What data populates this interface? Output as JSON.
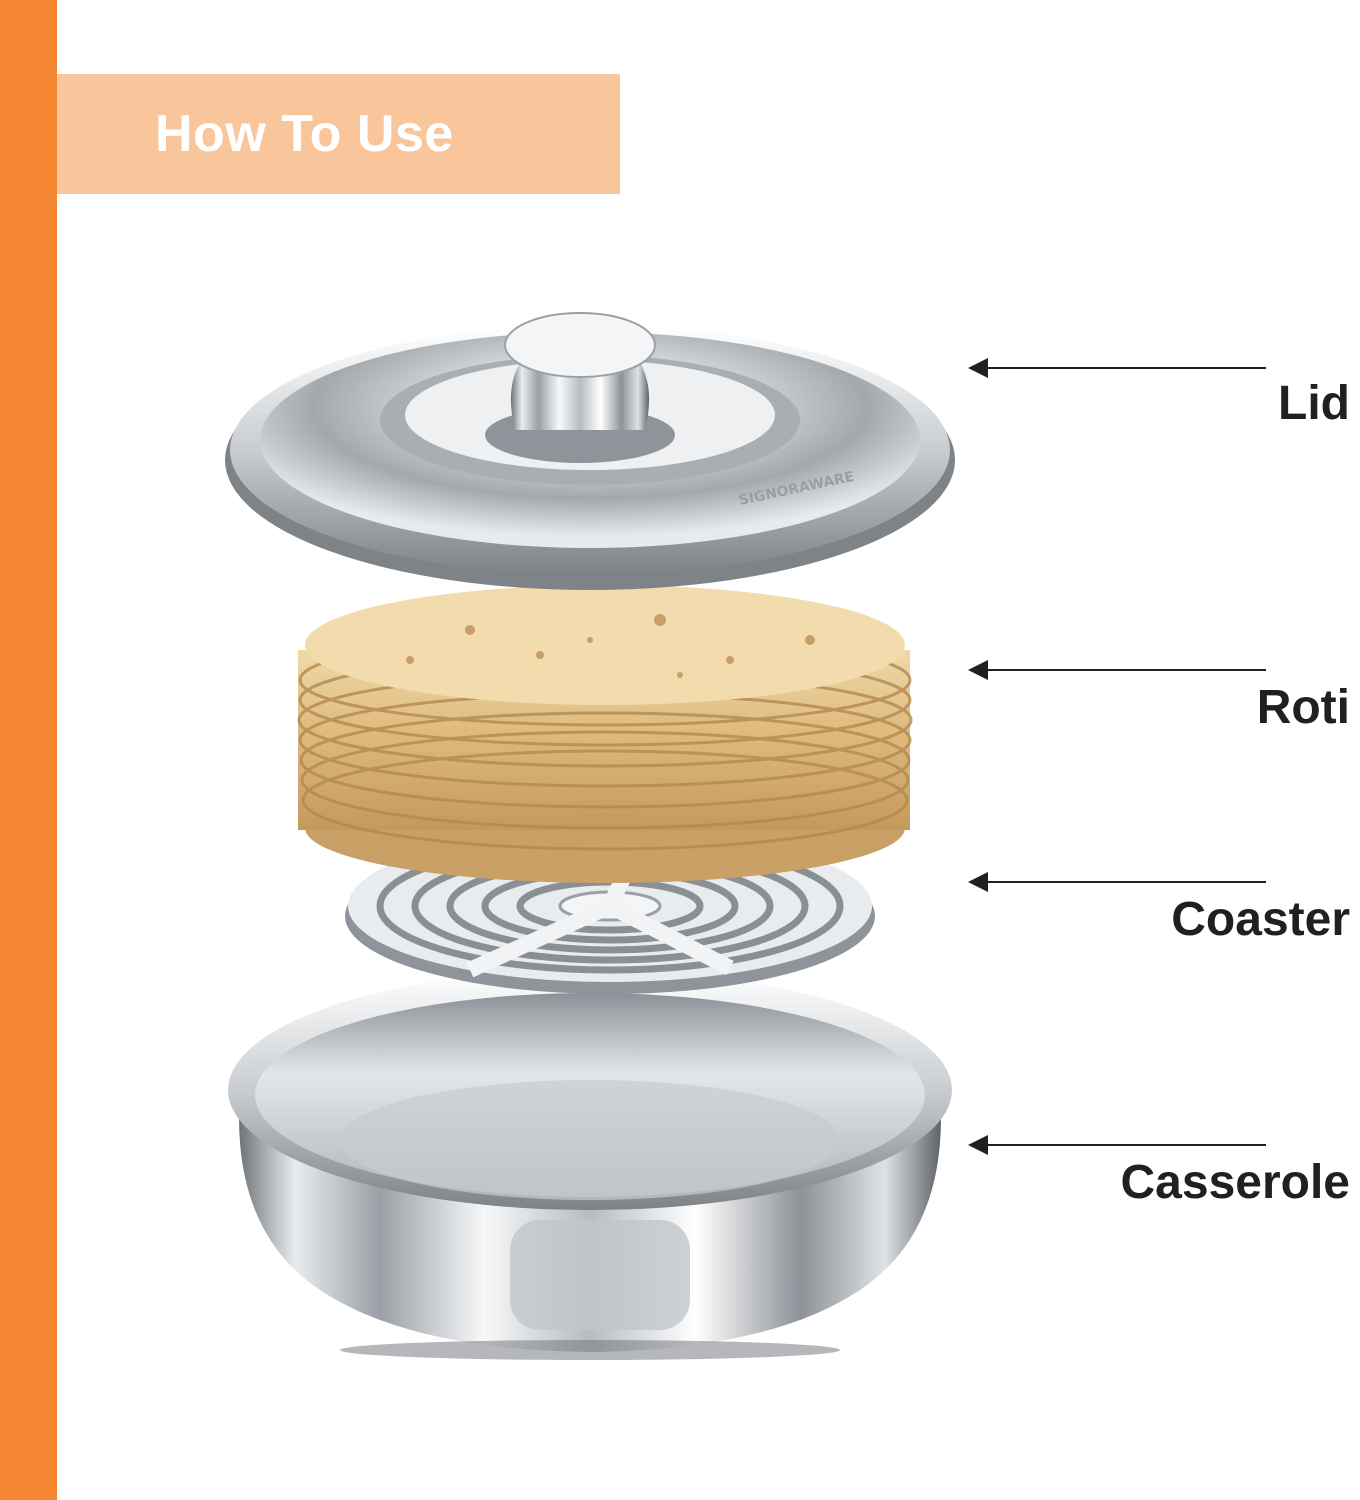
{
  "header": {
    "title": "How To Use"
  },
  "brand_mark": "SIGNORAWARE",
  "parts": [
    {
      "label": "Lid"
    },
    {
      "label": "Roti"
    },
    {
      "label": "Coaster"
    },
    {
      "label": "Casserole"
    }
  ],
  "colors": {
    "accent_bar": "#f58632",
    "header_box": "#f9c69c",
    "label_text": "#231f20",
    "arrow": "#231f20"
  }
}
